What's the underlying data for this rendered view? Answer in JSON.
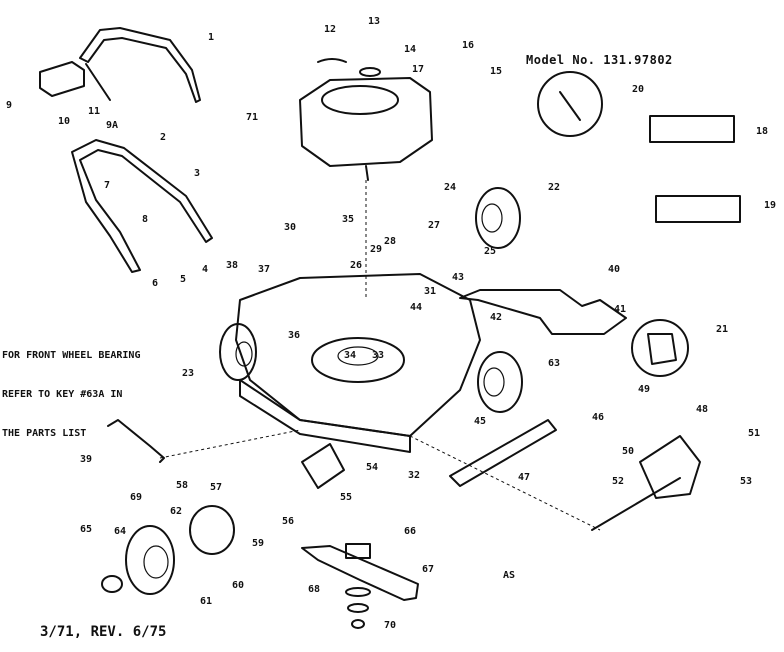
{
  "model_label": "Model No. 131.97802",
  "note_lines": [
    "FOR FRONT WHEEL BEARING",
    "REFER TO KEY #63A IN",
    "THE PARTS LIST"
  ],
  "revision": "3/71, REV. 6/75",
  "corner_mark": "AS",
  "callouts": [
    "1",
    "2",
    "3",
    "4",
    "5",
    "6",
    "7",
    "8",
    "9",
    "9A",
    "10",
    "11",
    "12",
    "13",
    "14",
    "15",
    "16",
    "17",
    "18",
    "19",
    "20",
    "21",
    "22",
    "23",
    "24",
    "25",
    "26",
    "27",
    "28",
    "29",
    "30",
    "31",
    "32",
    "33",
    "34",
    "35",
    "36",
    "37",
    "38",
    "39",
    "40",
    "41",
    "42",
    "43",
    "44",
    "45",
    "46",
    "47",
    "48",
    "49",
    "50",
    "51",
    "52",
    "53",
    "54",
    "55",
    "56",
    "57",
    "58",
    "59",
    "60",
    "61",
    "62",
    "63",
    "64",
    "65",
    "66",
    "67",
    "68",
    "69",
    "70",
    "71"
  ],
  "detail_callouts": [
    "18",
    "19",
    "20",
    "21"
  ]
}
